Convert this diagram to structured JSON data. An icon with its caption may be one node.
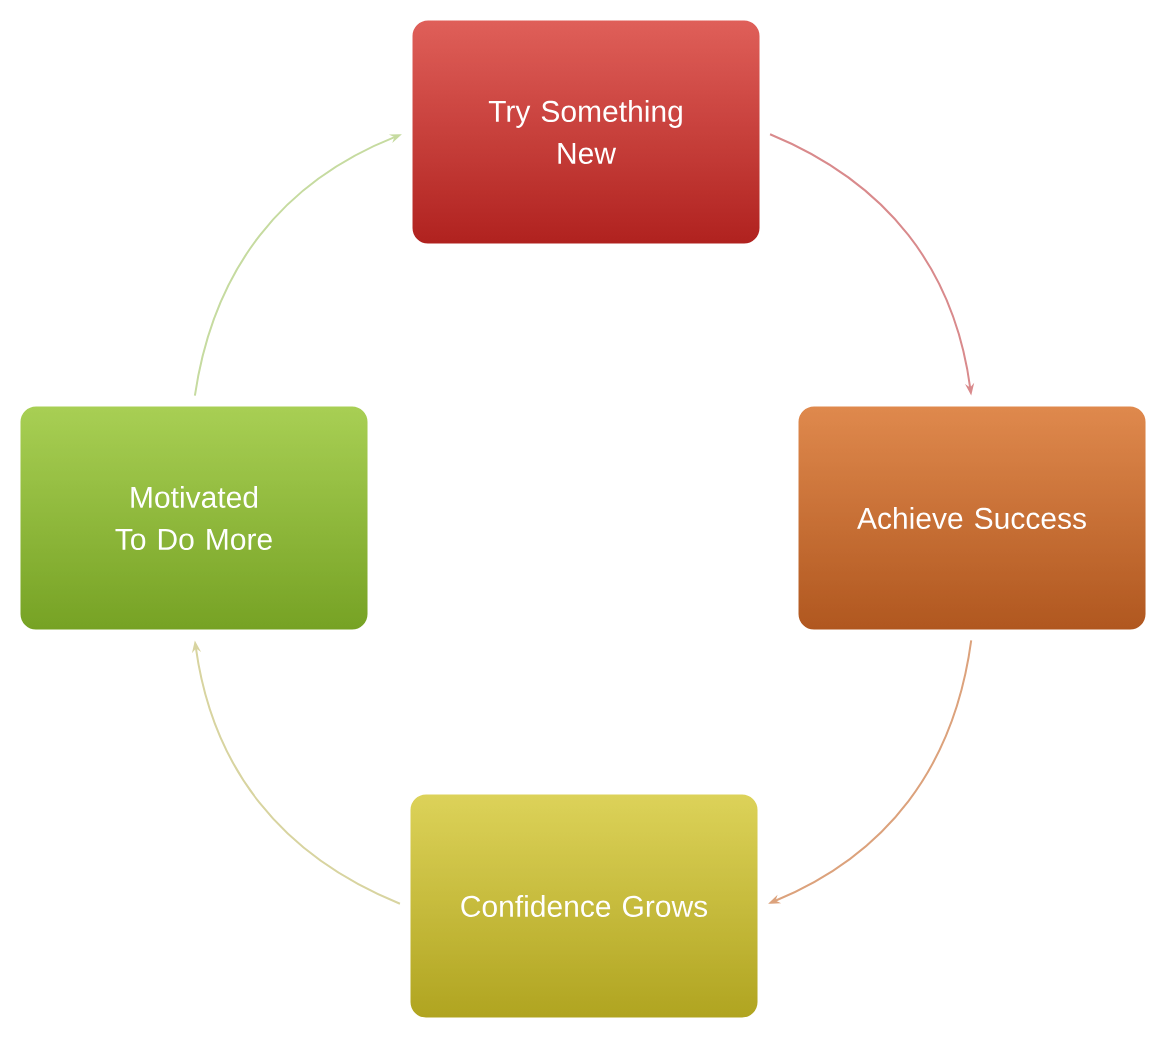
{
  "diagram": {
    "nodes": [
      {
        "text": [
          "Try Something New"
        ]
      },
      {
        "text": [
          "Achieve Success"
        ]
      },
      {
        "text": [
          "Confidence Grows"
        ]
      },
      {
        "text": [
          "Motivated To Do More"
        ]
      }
    ],
    "edges": [
      {
        "from": 0,
        "to": 1,
        "arrow": "to",
        "color": "#d98a8c"
      },
      {
        "from": 1,
        "to": 2,
        "arrow": "to",
        "color": "#dca27c"
      },
      {
        "from": 2,
        "to": 3,
        "arrow": "to",
        "color": "#d8d4a0"
      },
      {
        "from": 3,
        "to": 0,
        "arrow": "to",
        "color": "#c6dba0"
      }
    ]
  }
}
